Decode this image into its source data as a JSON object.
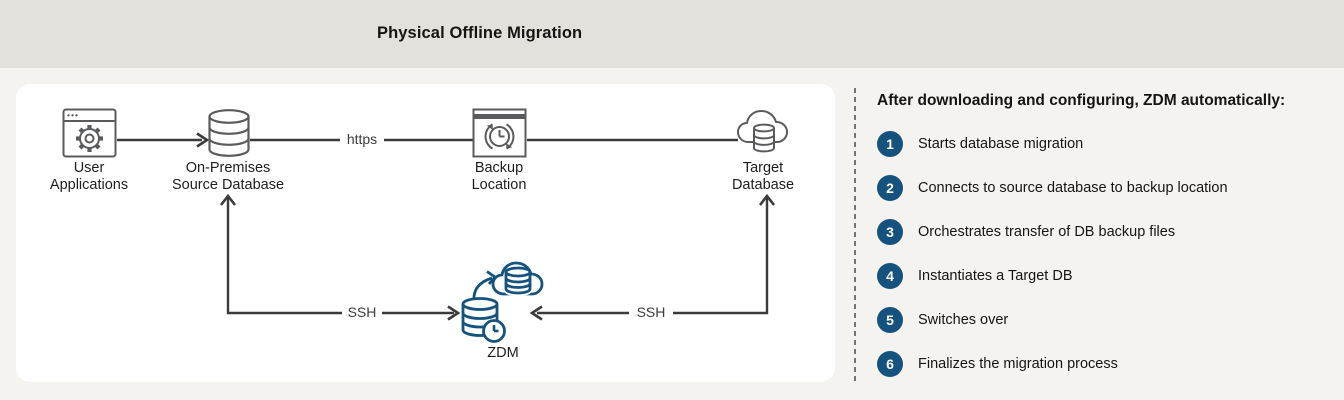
{
  "colors": {
    "accent_blue": "#15537E",
    "icon_gray": "#5A5B5D",
    "line_color": "#3B3B3B",
    "band_background": "#E3E1DB",
    "page_background": "#F4F3F0",
    "card_background": "#FFFFFF"
  },
  "header": {
    "title": "Physical Offline Migration"
  },
  "diagram": {
    "nodes": [
      {
        "id": "user-applications",
        "label": "User\nApplications",
        "icon": "browser-gear-icon"
      },
      {
        "id": "on-premises-source-database",
        "label": "On-Premises\nSource Database",
        "icon": "database-icon"
      },
      {
        "id": "backup-location",
        "label": "Backup\nLocation",
        "icon": "backup-clock-icon"
      },
      {
        "id": "target-database",
        "label": "Target\nDatabase",
        "icon": "cloud-database-icon"
      },
      {
        "id": "zdm",
        "label": "ZDM",
        "icon": "zdm-migration-icon"
      }
    ],
    "connections": [
      {
        "from": "user-applications",
        "to": "on-premises-source-database",
        "label": ""
      },
      {
        "from": "on-premises-source-database",
        "to": "backup-location",
        "label": "https"
      },
      {
        "from": "backup-location",
        "to": "target-database",
        "label": ""
      },
      {
        "from": "zdm",
        "to": "on-premises-source-database",
        "label": "SSH"
      },
      {
        "from": "zdm",
        "to": "target-database",
        "label": "SSH"
      }
    ]
  },
  "panel": {
    "heading": "After downloading and configuring, ZDM automatically:",
    "steps": [
      {
        "num": "1",
        "text": "Starts database migration"
      },
      {
        "num": "2",
        "text": "Connects to source database to backup location"
      },
      {
        "num": "3",
        "text": "Orchestrates transfer of DB backup files"
      },
      {
        "num": "4",
        "text": "Instantiates a Target DB"
      },
      {
        "num": "5",
        "text": "Switches over"
      },
      {
        "num": "6",
        "text": "Finalizes the migration process"
      }
    ]
  }
}
